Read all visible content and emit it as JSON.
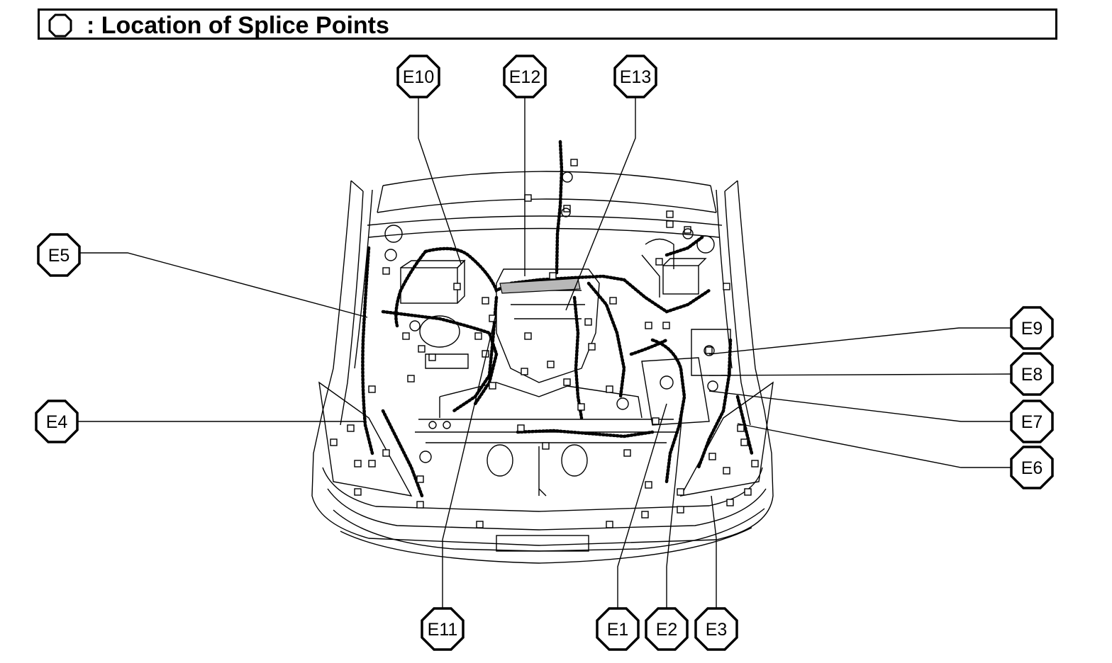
{
  "header": {
    "title": ": Location of Splice Points",
    "icon": "octagon-icon"
  },
  "colors": {
    "line": "#000000",
    "background": "#ffffff",
    "splice_band": "#b8b8b8"
  },
  "splice_points": [
    {
      "id": "E1",
      "label": "E1"
    },
    {
      "id": "E2",
      "label": "E2"
    },
    {
      "id": "E3",
      "label": "E3"
    },
    {
      "id": "E4",
      "label": "E4"
    },
    {
      "id": "E5",
      "label": "E5"
    },
    {
      "id": "E6",
      "label": "E6"
    },
    {
      "id": "E7",
      "label": "E7"
    },
    {
      "id": "E8",
      "label": "E8"
    },
    {
      "id": "E9",
      "label": "E9"
    },
    {
      "id": "E10",
      "label": "E10"
    },
    {
      "id": "E11",
      "label": "E11"
    },
    {
      "id": "E12",
      "label": "E12"
    },
    {
      "id": "E13",
      "label": "E13"
    }
  ]
}
